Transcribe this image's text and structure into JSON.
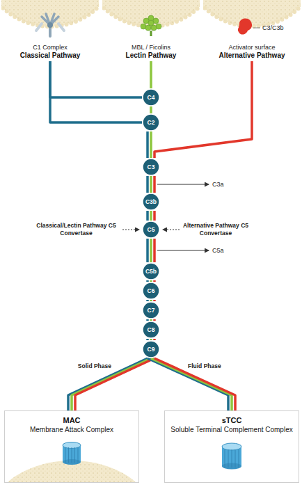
{
  "diagram": {
    "nodes": [
      {
        "text": [
          "C1 Complex",
          "Classical Pathway"
        ]
      },
      {
        "text": [
          "MBL / Ficolins",
          "Lectin Pathway"
        ]
      },
      {
        "text": [
          "Activator surface",
          "Alternative Pathway"
        ]
      },
      {
        "text": [
          "C4"
        ]
      },
      {
        "text": [
          "C2"
        ]
      },
      {
        "text": [
          "C3"
        ]
      },
      {
        "text": [
          "C3b"
        ]
      },
      {
        "text": [
          "C5"
        ]
      },
      {
        "text": [
          "C5b"
        ]
      },
      {
        "text": [
          "C6"
        ]
      },
      {
        "text": [
          "C7"
        ]
      },
      {
        "text": [
          "C8"
        ]
      },
      {
        "text": [
          "C9"
        ]
      },
      {
        "text": [
          "MAC",
          "Membrane Attack Complex"
        ]
      },
      {
        "text": [
          "sTCC",
          "Soluble Terminal Complement Complex"
        ]
      }
    ],
    "edges": [
      {
        "from": 0,
        "to": 3,
        "arrow": "none"
      },
      {
        "from": 0,
        "to": 4,
        "arrow": "none"
      },
      {
        "from": 1,
        "to": 3,
        "arrow": "none"
      },
      {
        "from": 3,
        "to": 4,
        "arrow": "none"
      },
      {
        "from": 4,
        "to": 5,
        "arrow": "none"
      },
      {
        "from": 2,
        "to": 5,
        "arrow": "none"
      },
      {
        "from": 5,
        "to": 6,
        "arrow": "none"
      },
      {
        "from": 6,
        "to": 7,
        "arrow": "none"
      },
      {
        "from": 7,
        "to": 8,
        "arrow": "none"
      },
      {
        "from": 8,
        "to": 9,
        "arrow": "none"
      },
      {
        "from": 9,
        "to": 10,
        "arrow": "none"
      },
      {
        "from": 10,
        "to": 11,
        "arrow": "none"
      },
      {
        "from": 11,
        "to": 12,
        "arrow": "none"
      },
      {
        "from": 12,
        "to": 13,
        "arrow": "none"
      },
      {
        "from": 12,
        "to": 14,
        "arrow": "none"
      }
    ],
    "labels": [
      "C3/C3b",
      "C3a",
      "C5a",
      "Classical/Lectin Pathway C5 Convertase",
      "Alternative Pathway C5 Convertase",
      "Solid Phase",
      "Fluid Phase"
    ]
  }
}
